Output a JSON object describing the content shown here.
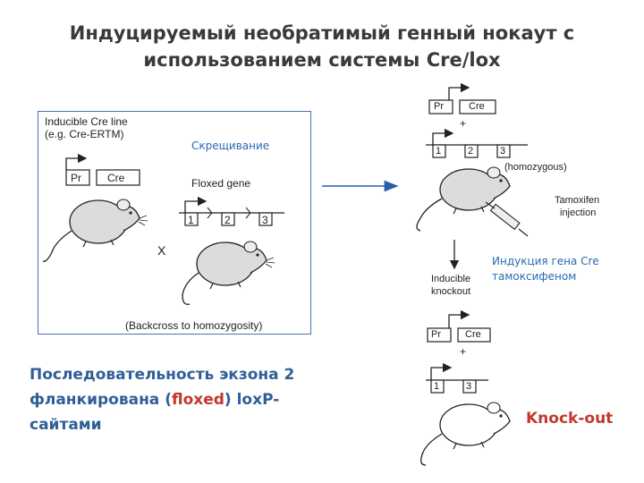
{
  "title": {
    "line1": "Индуцируемый необратимый генный нокаут с",
    "line2": "использованием системы Cre/lox"
  },
  "left_panel": {
    "cre_line_1": "Inducible Cre line",
    "cre_line_2": "(e.g. Cre-ERTM)",
    "crossing": "Скрещивание",
    "promoter": "Pr",
    "cre": "Cre",
    "floxed_gene": "Floxed gene",
    "exon1": "1",
    "exon2": "2",
    "exon3": "3",
    "cross_symbol": "X",
    "backcross": "(Backcross to homozygosity)"
  },
  "right_panel": {
    "promoter": "Pr",
    "cre": "Cre",
    "plus": "+",
    "exon1": "1",
    "exon2": "2",
    "exon3": "3",
    "homozygous": "(homozygous)",
    "tamoxifen_1": "Tamoxifen",
    "tamoxifen_2": "injection",
    "induction_1": "Индукция гена Cre",
    "induction_2": "тамоксифеном",
    "inducible_1": "Inducible",
    "inducible_2": "knockout",
    "promoter_b": "Pr",
    "cre_b": "Cre",
    "plus_b": "+",
    "exon1_b": "1",
    "exon3_b": "3",
    "knockout": "Knock-out"
  },
  "bottom_text": {
    "part1": "Последовательность экзона 2 фланкирована (",
    "floxed": "floxed",
    "part2": ") loxP-сайтами"
  },
  "colors": {
    "title": "#3a3a3a",
    "blue_text": "#2f5f96",
    "red_text": "#c0392b",
    "box_border": "#4a73b5"
  }
}
